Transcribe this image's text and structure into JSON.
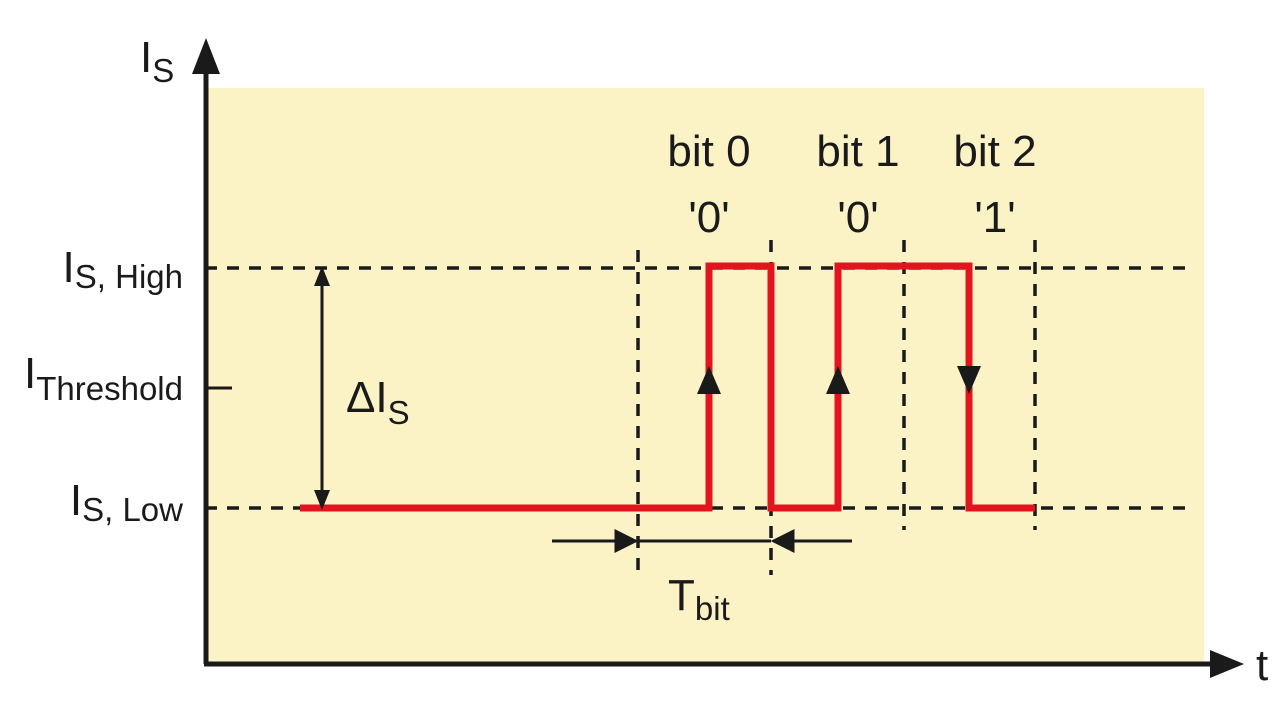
{
  "colors": {
    "plot_background": "#fbf3c6",
    "signal": "#e3141e",
    "ink": "#1a1a1a"
  },
  "axes": {
    "y_main": "I",
    "y_sub": "S",
    "x_label": "t"
  },
  "levels": {
    "high": {
      "main": "I",
      "sub": "S, High"
    },
    "threshold": {
      "main": "I",
      "sub": "Threshold"
    },
    "low": {
      "main": "I",
      "sub": "S, Low"
    }
  },
  "delta": {
    "main": "ΔI",
    "sub": "S"
  },
  "tbit": {
    "main": "T",
    "sub": "bit"
  },
  "bits": [
    {
      "name": "bit 0",
      "value": "'0'"
    },
    {
      "name": "bit 1",
      "value": "'0'"
    },
    {
      "name": "bit 2",
      "value": "'1'"
    }
  ],
  "icons": {
    "y_arrow": "arrow-up-icon",
    "x_arrow": "arrow-right-icon",
    "edge_up": "triangle-up-icon",
    "edge_down": "triangle-down-icon"
  }
}
